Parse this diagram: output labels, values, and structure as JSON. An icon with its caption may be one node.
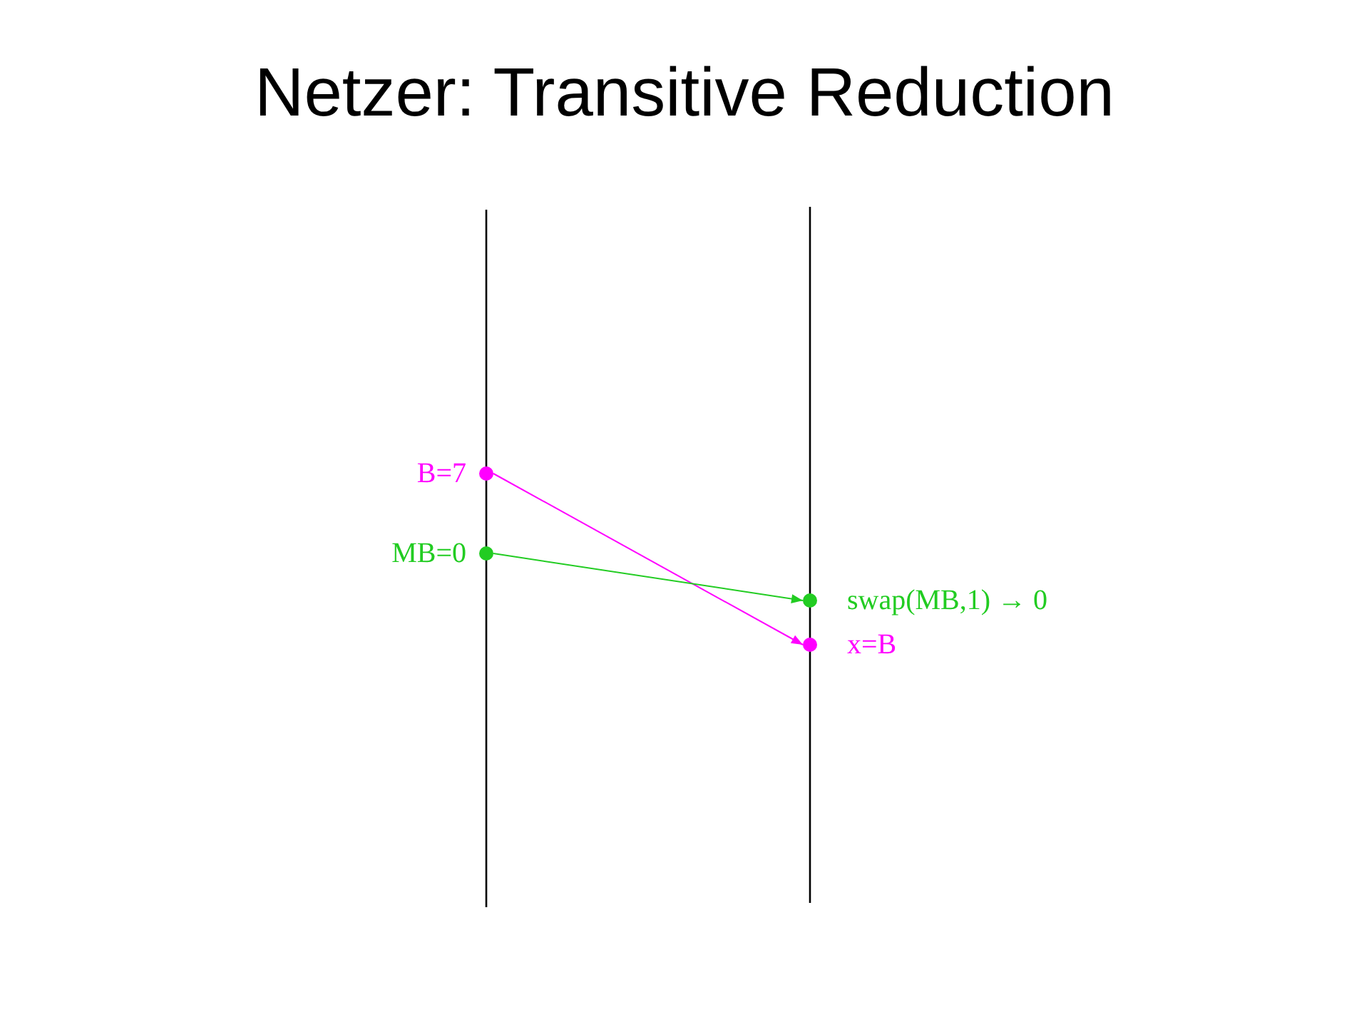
{
  "diagram": {
    "title": "Netzer: Transitive Reduction",
    "nodes": [
      {
        "text": [
          "B=7"
        ]
      },
      {
        "text": [
          "MB=0"
        ]
      },
      {
        "text": [
          "swap(MB,1) → 0"
        ]
      },
      {
        "text": [
          "x=B"
        ]
      }
    ],
    "edges": [
      {
        "from": 0,
        "to": 3,
        "arrow": "to",
        "color": "#ff00ff"
      },
      {
        "from": 1,
        "to": 2,
        "arrow": "to",
        "color": "#22cc22"
      }
    ]
  }
}
